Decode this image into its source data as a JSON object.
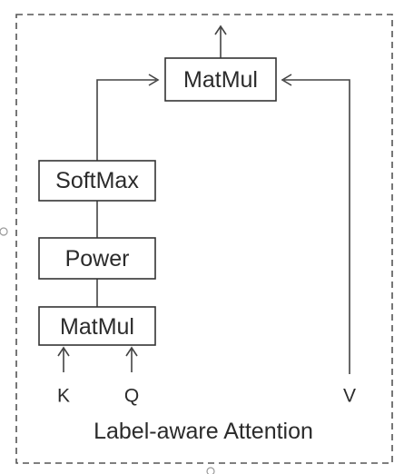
{
  "diagram": {
    "nodes": {
      "matmul_top": "MatMul",
      "softmax": "SoftMax",
      "power": "Power",
      "matmul_bottom": "MatMul"
    },
    "inputs": {
      "k": "K",
      "q": "Q",
      "v": "V"
    },
    "caption": "Label-aware Attention"
  }
}
